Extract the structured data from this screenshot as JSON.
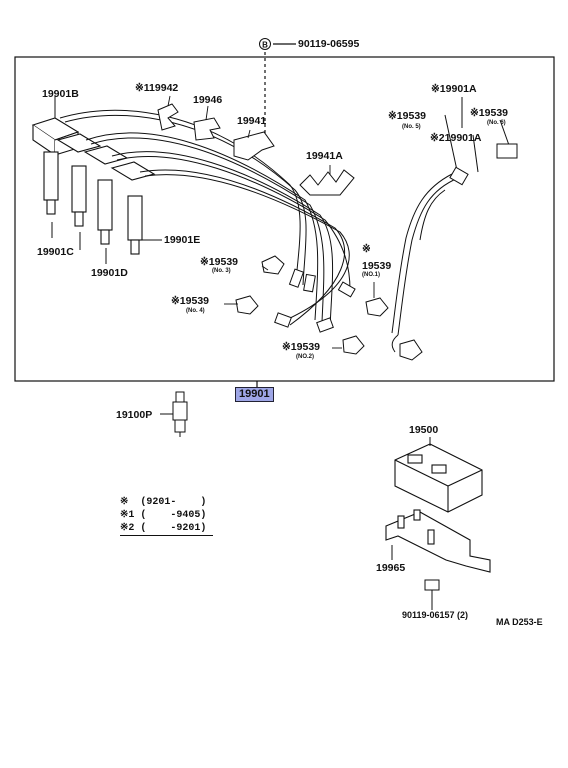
{
  "diagram": {
    "box_label": "19901",
    "parts": {
      "bolt_top": "90119-06595",
      "p19901B": "19901B",
      "p19901C": "19901C",
      "p19901D": "19901D",
      "p19901E": "19901E",
      "p19942": "※119942",
      "p19946": "19946",
      "p19941": "19941",
      "p19941A": "19941A",
      "p19901A": "※19901A",
      "p19901A2": "※219901A",
      "p19539_no5": "※19539",
      "no5": "(No. 5)",
      "p19539_no6": "※19539",
      "no6": "(No. 6)",
      "p19539_no3": "※19539",
      "no3": "(No. 3)",
      "p19539_no4": "※19539",
      "no4": "(No. 4)",
      "p19539_no1_mark": "※",
      "p19539_no1": "19539",
      "no1": "(NO.1)",
      "p19539_no2": "※19539",
      "no2": "(NO.2)",
      "spark_plug": "19100P",
      "igniter": "19500",
      "bracket": "19965",
      "bolt_bottom": "90119-06157 (2)",
      "diagram_code": "MA D253-E"
    },
    "legend": [
      "※  (9201-    )",
      "※1 (    -9405)",
      "※2 (    -9201)"
    ],
    "circle_mark": "B"
  }
}
